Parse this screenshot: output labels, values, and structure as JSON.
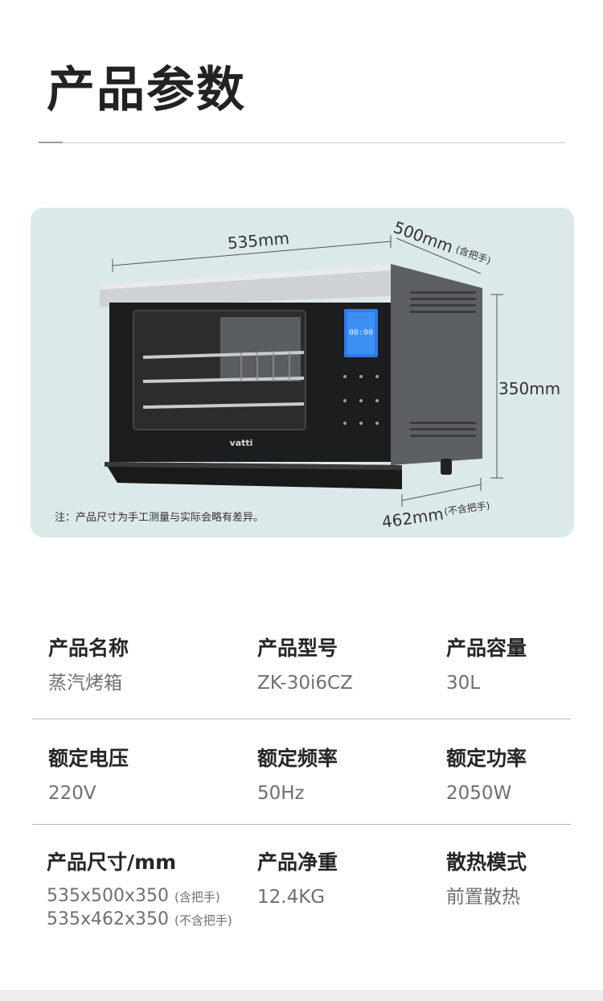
{
  "header": {
    "title": "产品参数"
  },
  "illustration": {
    "width_label": "535mm",
    "depth_with_handle_label": "500mm",
    "depth_with_handle_note": "(含把手)",
    "height_label": "350mm",
    "depth_without_handle_label": "462mm",
    "depth_without_handle_note": "(不含把手)",
    "brand_text": "vatti",
    "display_time": "00:00",
    "note": "注：产品尺寸为手工测量与实际会略有差异。"
  },
  "specs": {
    "row1": [
      {
        "label": "产品名称",
        "value": "蒸汽烤箱"
      },
      {
        "label": "产品型号",
        "value": "ZK-30i6CZ"
      },
      {
        "label": "产品容量",
        "value": "30L"
      }
    ],
    "row2": [
      {
        "label": "额定电压",
        "value": "220V"
      },
      {
        "label": "额定频率",
        "value": "50Hz"
      },
      {
        "label": "额定功率",
        "value": "2050W"
      }
    ],
    "row3": {
      "size": {
        "label": "产品尺寸/mm",
        "value1": "535x500x350",
        "note1": "(含把手)",
        "value2": "535x462x350",
        "note2": "(不含把手)"
      },
      "weight": {
        "label": "产品净重",
        "value": "12.4KG"
      },
      "cooling": {
        "label": "散热模式",
        "value": "前置散热"
      }
    }
  }
}
